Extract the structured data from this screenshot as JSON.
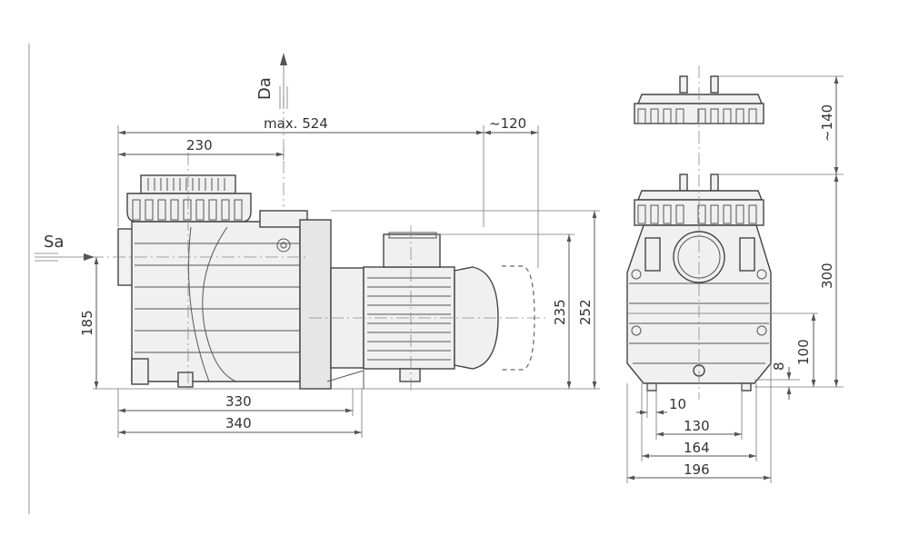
{
  "labels": {
    "suction": "Sa",
    "discharge": "Da"
  },
  "dimensions": {
    "max_length": "max. 524",
    "motor_clearance": "~120",
    "lid_offset": "230",
    "suction_height": "185",
    "base_330": "330",
    "base_340": "340",
    "height_235": "235",
    "height_252": "252",
    "lid_removal": "~140",
    "total_height": "300",
    "foot_height": "100",
    "foot_thickness": "8",
    "foot_10": "10",
    "width_130": "130",
    "width_164": "164",
    "width_196": "196"
  },
  "colors": {
    "line": "#555555",
    "fill": "#f0f0f0",
    "text": "#333333"
  }
}
